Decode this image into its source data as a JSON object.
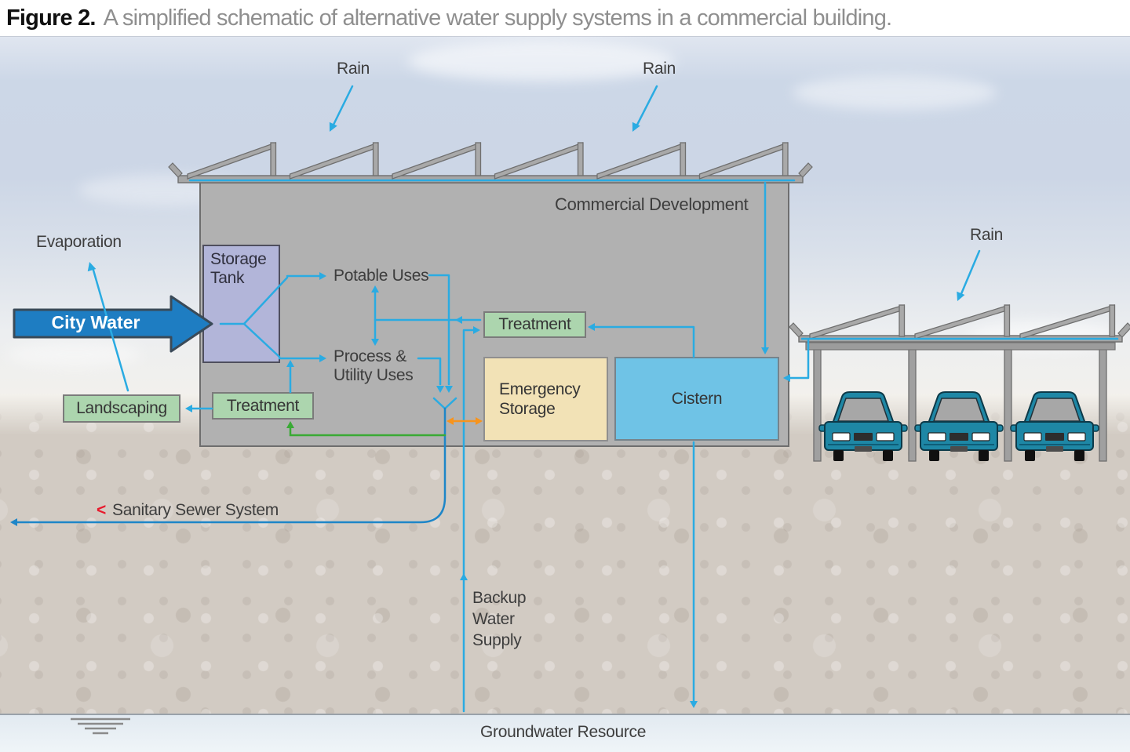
{
  "title": {
    "figure_label": "Figure 2.",
    "caption": "A simplified schematic of alternative water supply systems in a commercial building."
  },
  "environment": {
    "rain_label": "Rain",
    "evaporation_label": "Evaporation",
    "commercial_development_label": "Commercial Development",
    "groundwater_label": "Groundwater Resource"
  },
  "flows": {
    "city_water": "City Water",
    "potable_uses": "Potable Uses",
    "process_utility": "Process &\nUtility Uses",
    "sewer_chevron": "<",
    "sanitary_sewer": "Sanitary Sewer System",
    "backup_water": "Backup\nWater\nSupply"
  },
  "nodes": {
    "storage_tank": "Storage\nTank",
    "treatment_left": "Treatment",
    "treatment_right": "Treatment",
    "landscaping": "Landscaping",
    "emergency_storage": "Emergency\nStorage",
    "cistern": "Cistern"
  },
  "colors": {
    "pipe_blue": "#2aabe2",
    "sewer_blue": "#1e86c8",
    "reuse_green": "#3aaa35",
    "emergency_orange": "#f7941d",
    "sewer_arrow_red": "#e8192c",
    "city_water_blue": "#1e7dc2",
    "storage_tank_fill": "#b2b5d9",
    "treatment_fill": "#acd5ae",
    "emergency_fill": "#f2e2b6",
    "cistern_fill": "#6fc3e6",
    "building_gray": "#b1b1b1"
  }
}
